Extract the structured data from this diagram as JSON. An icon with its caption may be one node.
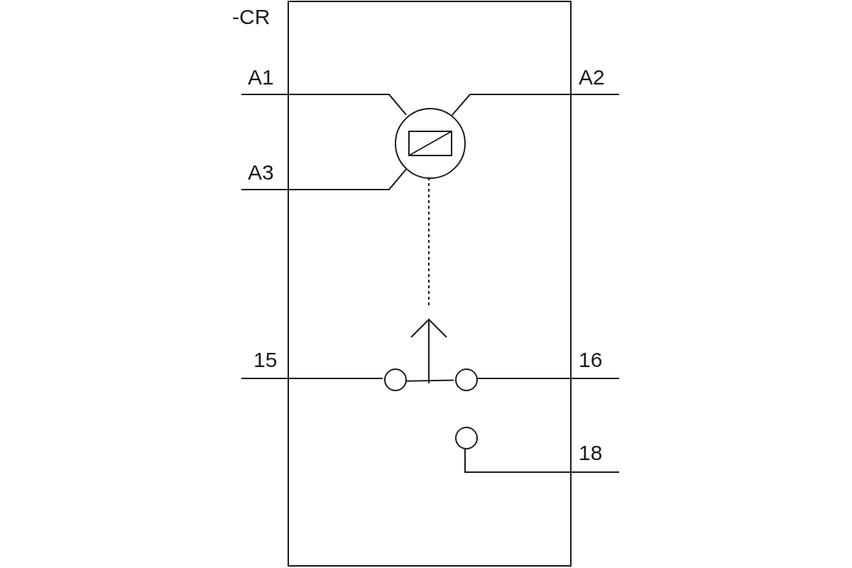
{
  "diagram": {
    "nodes": [
      {
        "text": [
          "-CR"
        ]
      },
      {
        "text": [],
        "shape": "circle",
        "in": 0
      },
      {
        "text": [],
        "shape": "circle",
        "in": 0
      },
      {
        "text": [],
        "shape": "circle",
        "in": 0
      },
      {
        "text": [],
        "shape": "circle",
        "in": 0
      }
    ],
    "edges": [
      {
        "from": null,
        "to": 1,
        "arrow": "none"
      },
      {
        "from": 1,
        "to": null,
        "arrow": "none"
      },
      {
        "from": null,
        "to": 1,
        "arrow": "none"
      },
      {
        "from": 1,
        "to": null,
        "arrow": "none",
        "style": "dashed"
      },
      {
        "from": null,
        "to": 2,
        "arrow": "none"
      },
      {
        "from": 3,
        "to": null,
        "arrow": "none"
      },
      {
        "from": 4,
        "to": null,
        "arrow": "none"
      },
      {
        "from": 2,
        "to": 3,
        "arrow": "none"
      }
    ],
    "labels": [
      "A1",
      "A2",
      "A3",
      "15",
      "16",
      "18"
    ]
  }
}
